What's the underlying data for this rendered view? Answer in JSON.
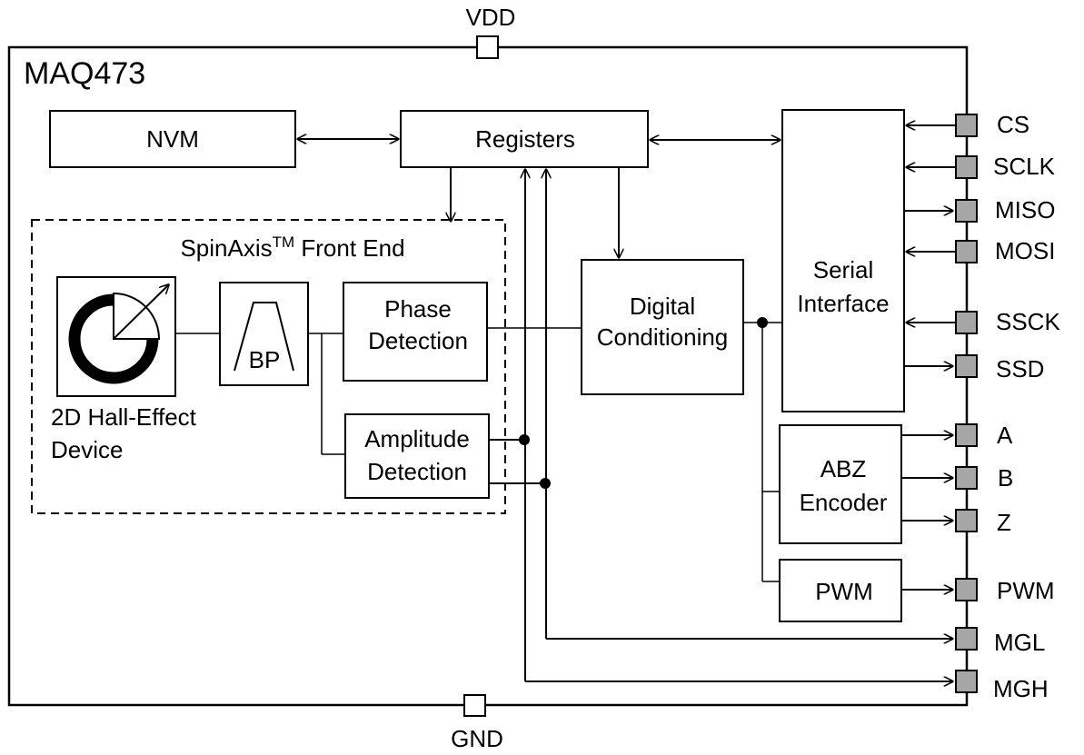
{
  "chip": {
    "name": "MAQ473"
  },
  "power": {
    "vdd": "VDD",
    "gnd": "GND"
  },
  "blocks": {
    "nvm": "NVM",
    "registers": "Registers",
    "frontend_title": "SpinAxis",
    "frontend_tm": "TM",
    "frontend_suffix": " Front End",
    "hall_line1": "2D Hall-Effect",
    "hall_line2": "Device",
    "bp": "BP",
    "phase_line1": "Phase",
    "phase_line2": "Detection",
    "amp_line1": "Amplitude",
    "amp_line2": "Detection",
    "digital_line1": "Digital",
    "digital_line2": "Conditioning",
    "serial_line1": "Serial",
    "serial_line2": "Interface",
    "abz_line1": "ABZ",
    "abz_line2": "Encoder",
    "pwm": "PWM"
  },
  "pins": {
    "cs": "CS",
    "sclk": "SCLK",
    "miso": "MISO",
    "mosi": "MOSI",
    "ssck": "SSCK",
    "ssd": "SSD",
    "a": "A",
    "b": "B",
    "z": "Z",
    "pwm": "PWM",
    "mgl": "MGL",
    "mgh": "MGH"
  },
  "colors": {
    "pad_fill": "#a6a6a6",
    "line": "#000000"
  }
}
